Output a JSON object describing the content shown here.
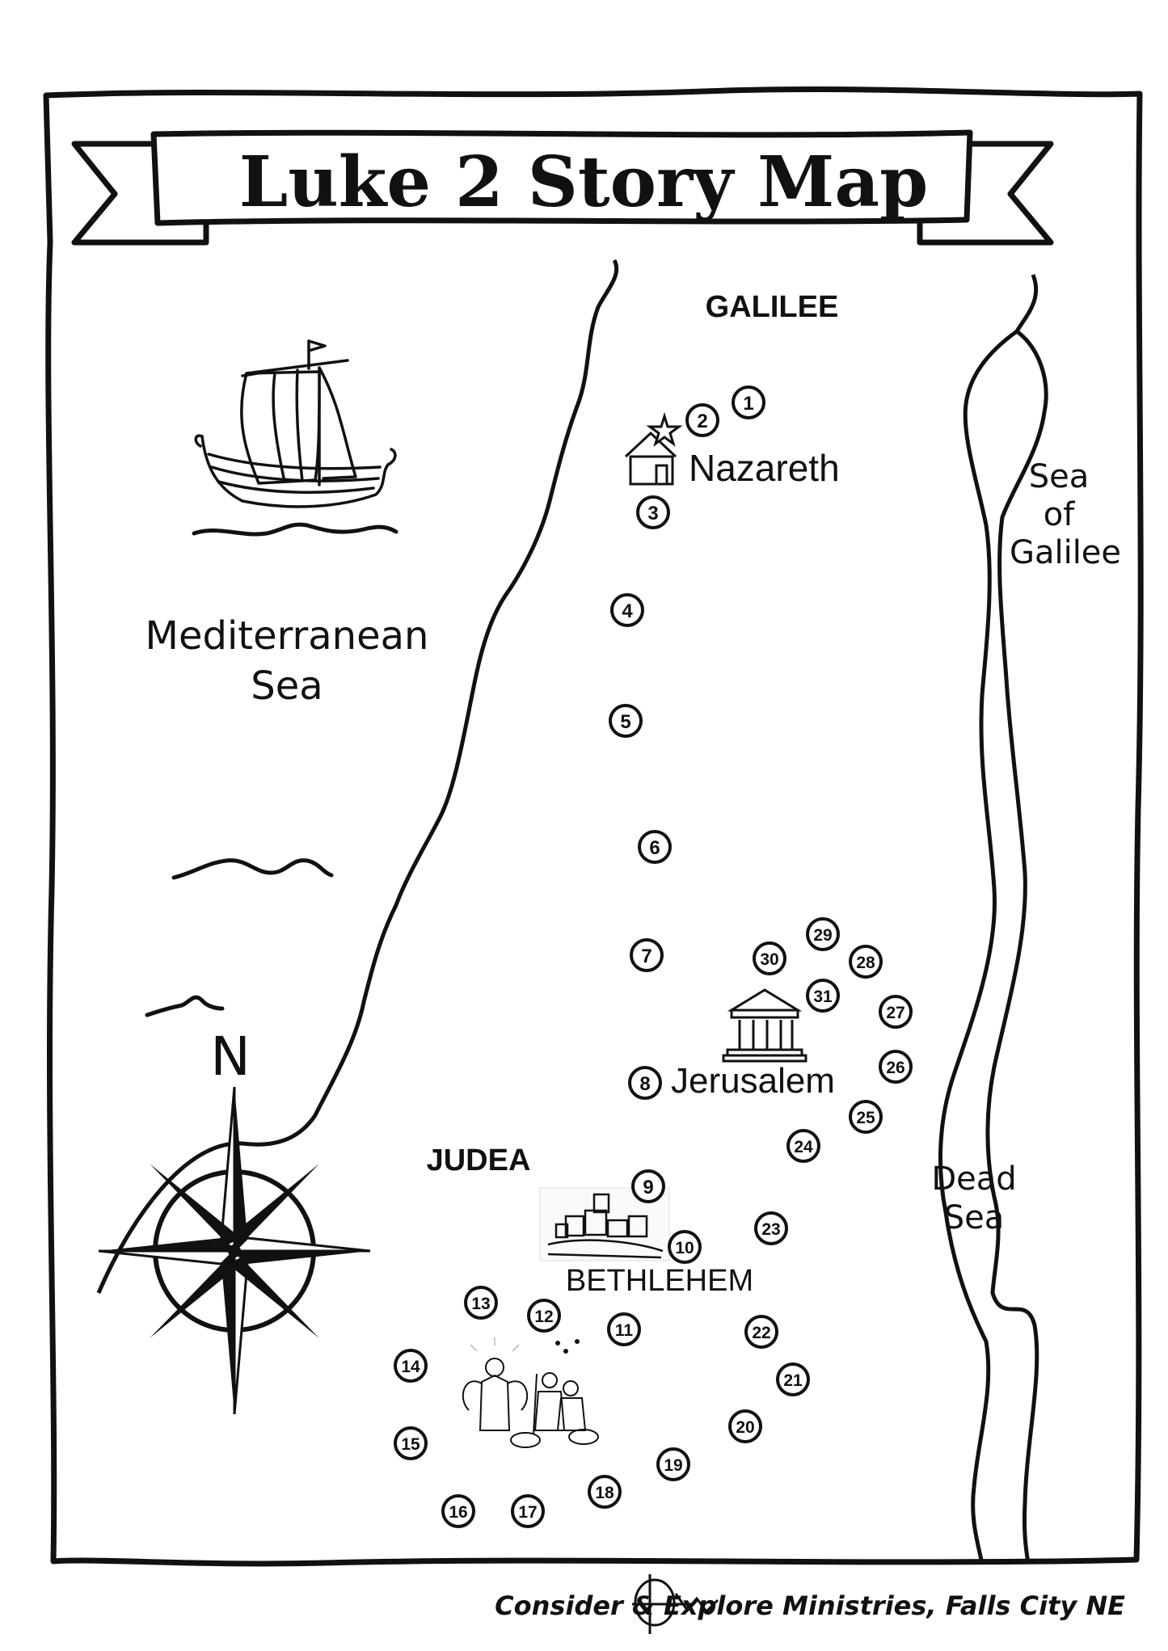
{
  "title": "Luke 2 Story Map",
  "regions": {
    "galilee": "GALILEE",
    "judea": "JUDEA"
  },
  "seas": {
    "mediterranean_line1": "Mediterranean",
    "mediterranean_line2": "Sea",
    "galilee_line1": "Sea",
    "galilee_line2": "of",
    "galilee_line3": "Galilee",
    "dead_line1": "Dead",
    "dead_line2": "Sea"
  },
  "places": {
    "nazareth": "Nazareth",
    "jerusalem": "Jerusalem",
    "bethlehem": "BETHLEHEM"
  },
  "compass": {
    "north_label": "N"
  },
  "waypoints": [
    "1",
    "2",
    "3",
    "4",
    "5",
    "6",
    "7",
    "8",
    "9",
    "10",
    "11",
    "12",
    "13",
    "14",
    "15",
    "16",
    "17",
    "18",
    "19",
    "20",
    "21",
    "22",
    "23",
    "24",
    "25",
    "26",
    "27",
    "28",
    "29",
    "30",
    "31"
  ],
  "footer": {
    "credit": "Consider & Explore Ministries, Falls City NE"
  },
  "colors": {
    "ink": "#111111",
    "paper": "#ffffff"
  }
}
